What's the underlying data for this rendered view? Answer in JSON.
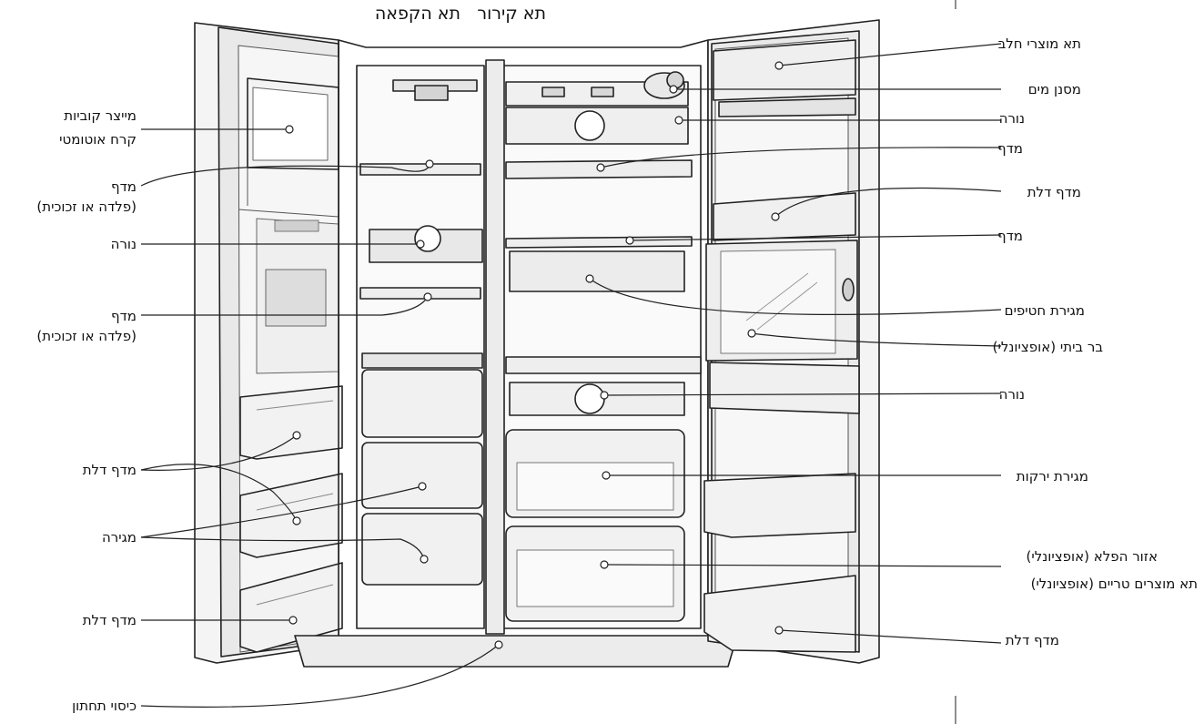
{
  "header": {
    "cooling_title": "תא קירור",
    "freezer_title": "תא הקפאה"
  },
  "labels_left": {
    "ice_maker_line1": "מייצר קוביות",
    "ice_maker_line2": "קרח אוטומטי",
    "shelf_a_line1": "מדף",
    "shelf_a_line2": "(פלדה או זכוכית)",
    "light_a": "נורה",
    "shelf_b_line1": "מדף",
    "shelf_b_line2": "(פלדה או זכוכית)",
    "door_shelf_a": "מדף דלת",
    "drawer": "מגירה",
    "door_shelf_b": "מדף דלת",
    "bottom_cover": "כיסוי תחתון"
  },
  "labels_right": {
    "dairy": "תא מוצרי חלב",
    "water_filter": "מסנן מים",
    "light_b": "נורה",
    "shelf_c": "מדף",
    "door_shelf_c": "מדף דלת",
    "shelf_d": "מדף",
    "snack_drawer": "מגירת חטיפים",
    "home_bar": "בר ביתי (אופציונלי)",
    "light_c": "נורה",
    "veg_drawer": "מגירת ירקות",
    "wonder_zone": "אזור הפלא (אופציונלי)",
    "fresh_compartment": "תא מוצרים טריים (אופציונלי)",
    "door_shelf_d": "מדף דלת"
  }
}
